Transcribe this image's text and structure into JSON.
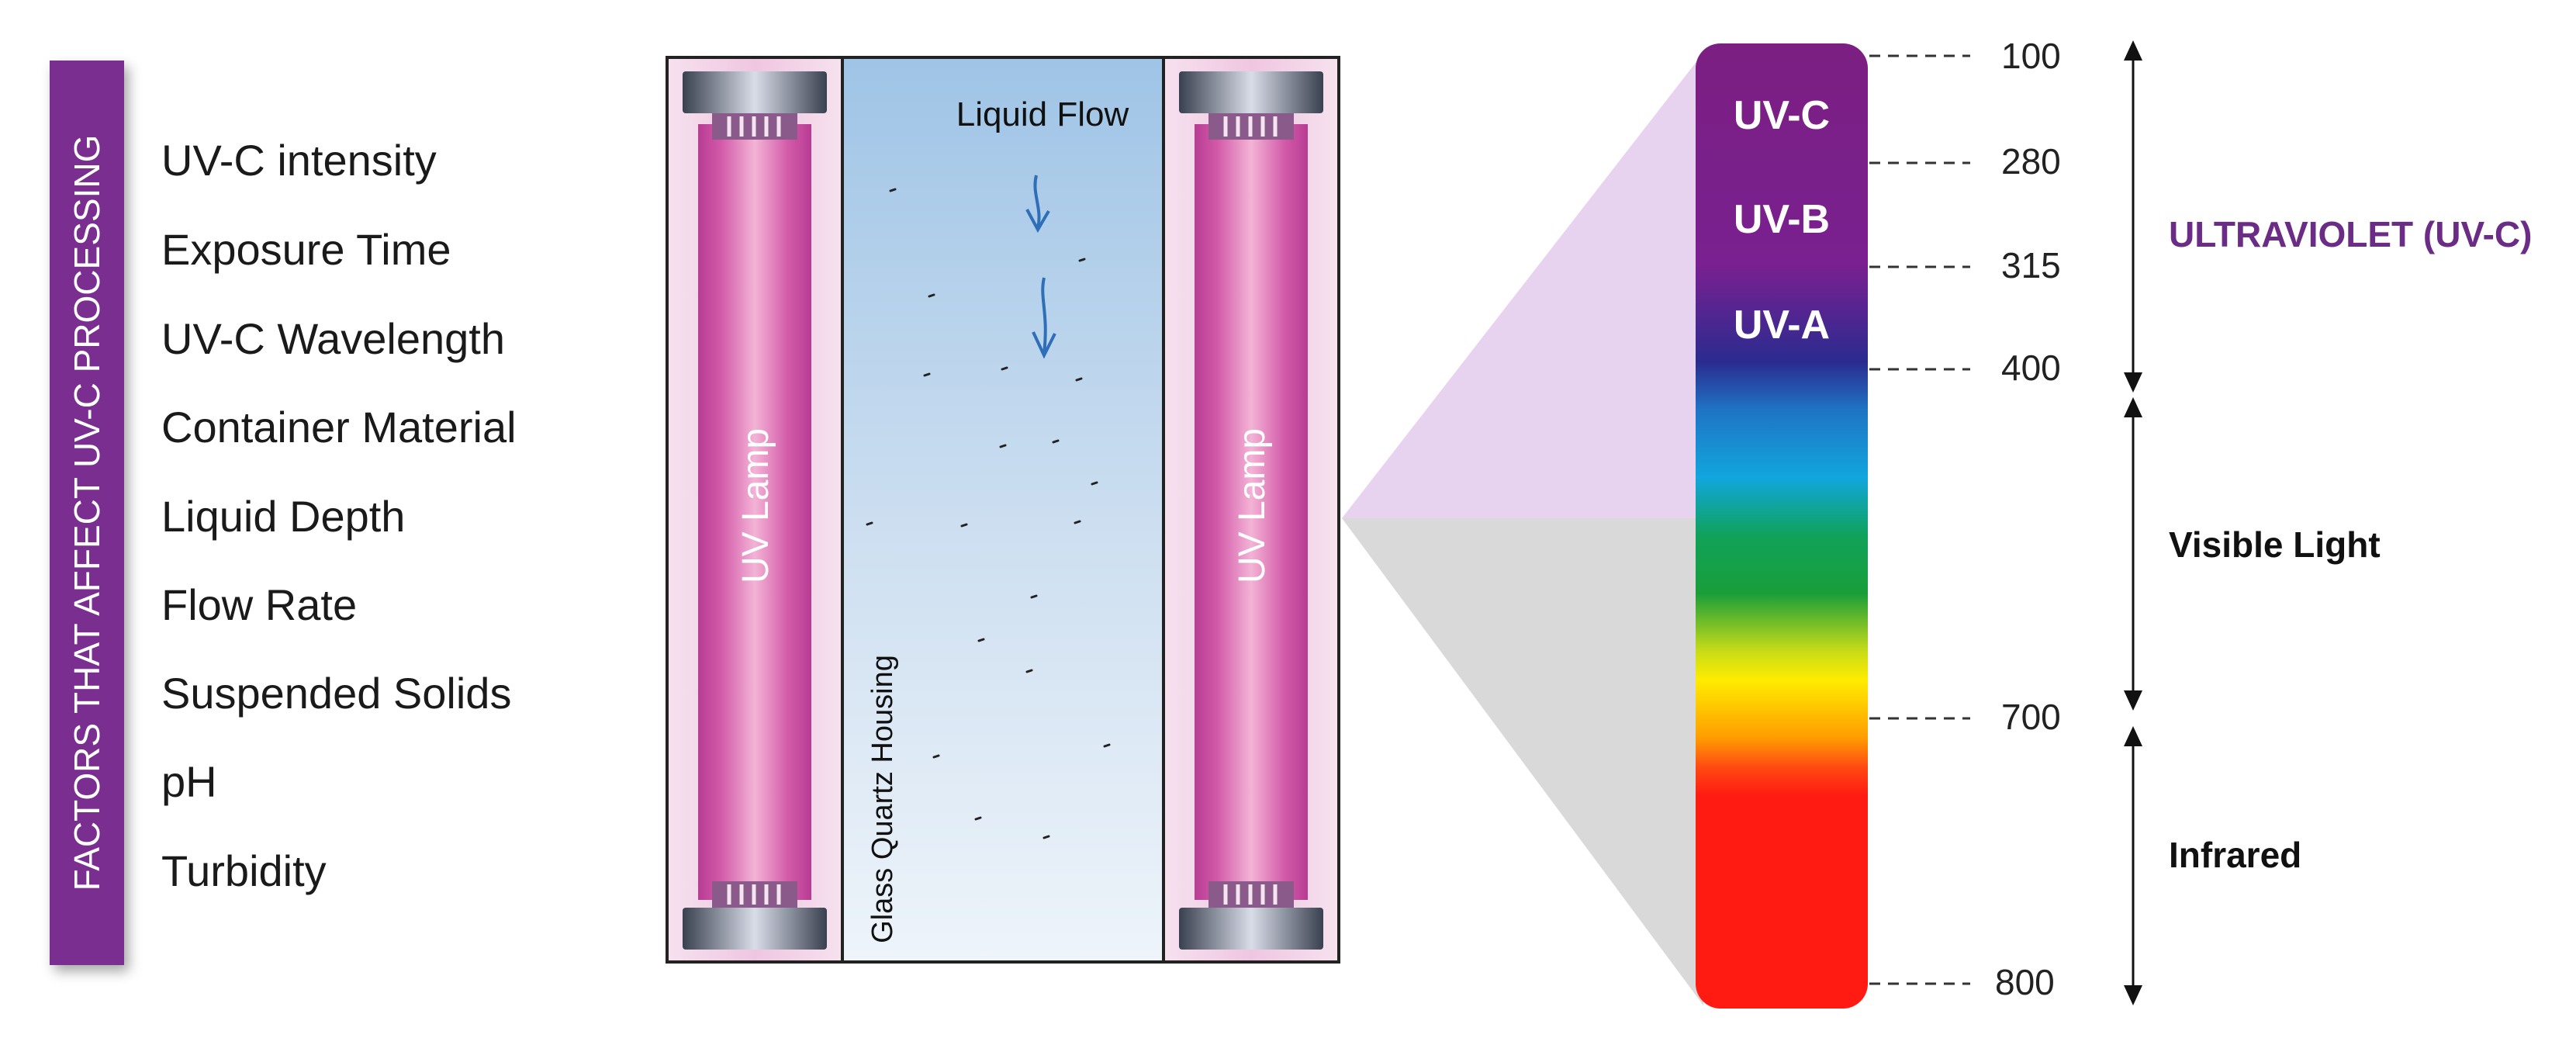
{
  "factors": {
    "banner": "FACTORS THAT AFFECT UV-C PROCESSING",
    "items": [
      "UV-C intensity",
      "Exposure Time",
      "UV-C Wavelength",
      "Container Material",
      "Liquid Depth",
      "Flow Rate",
      "Suspended Solids",
      "pH",
      "Turbidity"
    ]
  },
  "reactor": {
    "left_lamp_label": "UV Lamp",
    "right_lamp_label": "UV Lamp",
    "flow_label": "Liquid Flow",
    "housing_label": "Glass Quartz Housing"
  },
  "spectrum": {
    "bands": [
      "UV-C",
      "UV-B",
      "UV-A"
    ],
    "ticks": [
      "100",
      "280",
      "315",
      "400",
      "700",
      "800"
    ],
    "regions": [
      "ULTRAVIOLET (UV-C)",
      "Visible Light",
      "Infrared"
    ]
  },
  "colors": {
    "banner_purple": "#7a2f90",
    "uv_label_purple": "#6b2c86",
    "lamp_pink": "#d65aa8",
    "housing_blue": "#a9cbe8",
    "flow_arrow_blue": "#2f6fb8"
  }
}
